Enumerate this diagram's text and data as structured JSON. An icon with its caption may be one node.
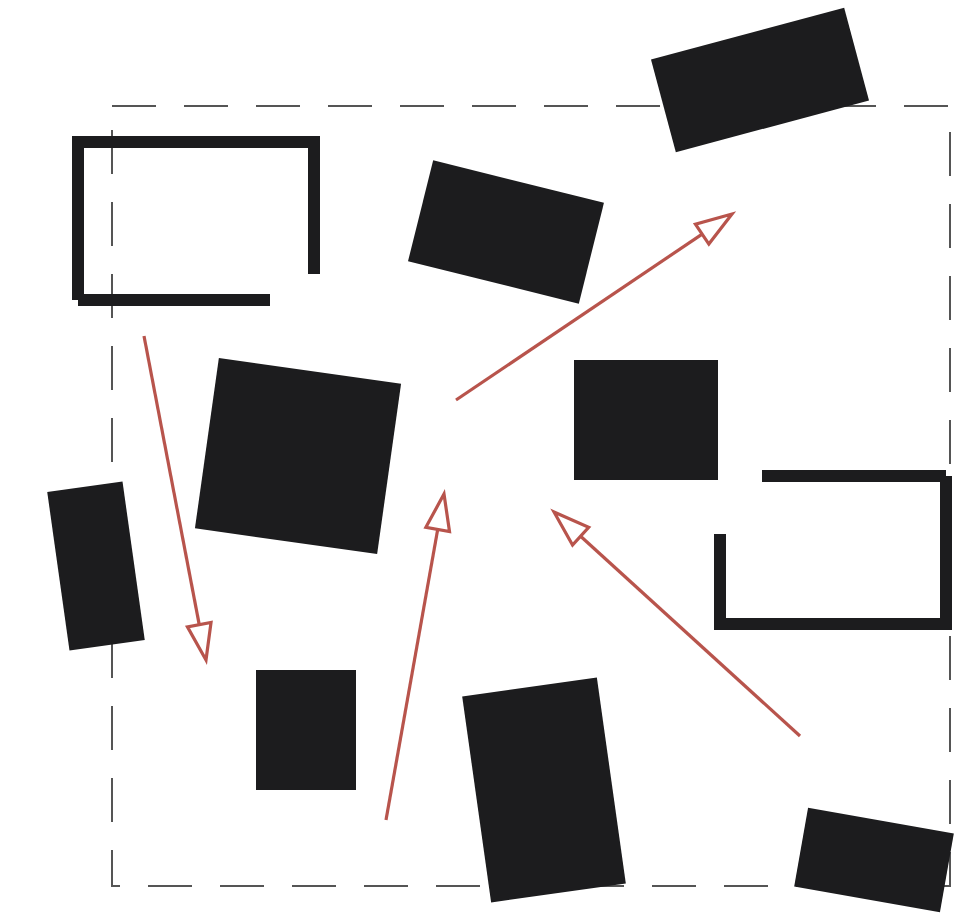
{
  "diagram": {
    "nodes": [
      {
        "text": [],
        "shape": "box"
      },
      {
        "text": [],
        "shape": "bracket"
      },
      {
        "text": [],
        "shape": "box"
      },
      {
        "text": [],
        "shape": "box"
      },
      {
        "text": [],
        "shape": "box"
      },
      {
        "text": [],
        "shape": "box"
      },
      {
        "text": [],
        "shape": "bracket"
      },
      {
        "text": [],
        "shape": "box"
      },
      {
        "text": [],
        "shape": "box"
      },
      {
        "text": [],
        "shape": "box"
      }
    ]
  }
}
